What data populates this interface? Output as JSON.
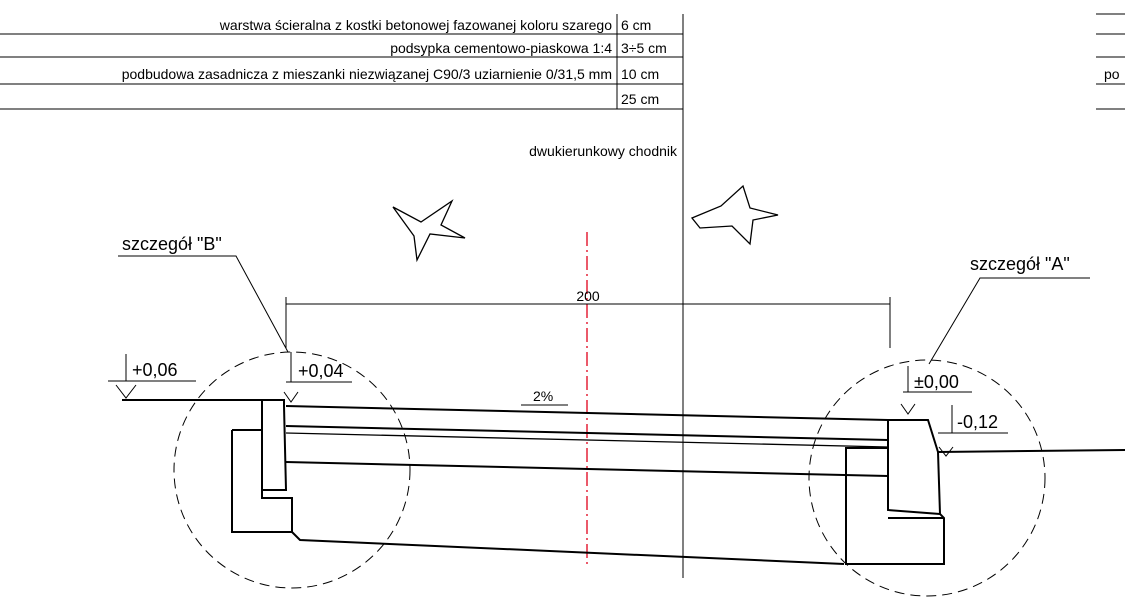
{
  "layers_table": {
    "rows": [
      {
        "desc": "warstwa ścieralna z kostki betonowej fazowanej koloru szarego",
        "thickness": "6 cm"
      },
      {
        "desc": "podsypka cementowo-piaskowa 1:4",
        "thickness": "3÷5 cm"
      },
      {
        "desc": "podbudowa zasadnicza z mieszanki niezwiązanej C90/3 uziarnienie 0/31,5 mm",
        "thickness": "10 cm"
      },
      {
        "desc": "",
        "thickness": "25 cm"
      }
    ],
    "right_fragment": "po"
  },
  "section_title": "dwukierunkowy chodnik",
  "details": {
    "detail_b": "szczegół \"B\"",
    "detail_a": "szczegół \"A\""
  },
  "dimension": "200",
  "slope": "2%",
  "levels": {
    "left_outer": "+0,06",
    "left_curb": "+0,04",
    "right_pavement": "±0,00",
    "right_outer": "-0,12"
  }
}
